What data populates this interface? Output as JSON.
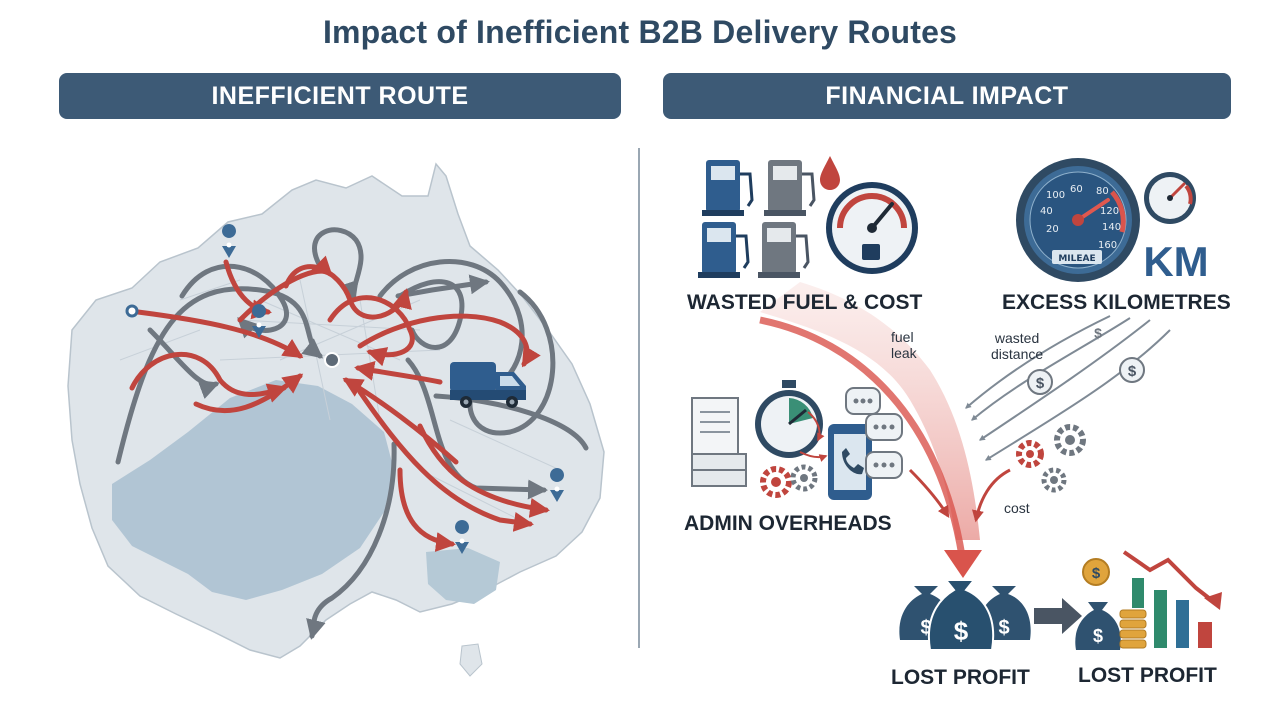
{
  "title": "Impact of Inefficient B2B Delivery Routes",
  "left_panel": {
    "header": "INEFFICIENT ROUTE"
  },
  "right_panel": {
    "header": "FINANCIAL IMPACT",
    "wasted_fuel_label": "WASTED FUEL & COST",
    "excess_km_label": "EXCESS KILOMETRES",
    "km_text": "KM",
    "mileage_text": "MILEAE",
    "speedo_ticks": [
      "20",
      "40",
      "60",
      "80",
      "100",
      "120",
      "140",
      "160"
    ],
    "fuel_leak_line1": "fuel",
    "fuel_leak_line2": "leak",
    "wasted_distance_line1": "wasted",
    "wasted_distance_line2": "distance",
    "admin_label": "ADMIN OVERHEADS",
    "cost_label": "cost",
    "lost_profit_left": "LOST PROFIT",
    "lost_profit_right": "LOST PROFIT",
    "dollar_symbol": "$"
  },
  "colors": {
    "heading": "#2f4a63",
    "banner": "#3d5a76",
    "route_red": "#c0453e",
    "route_gray": "#6f7780",
    "map_land": "#dfe5ea",
    "map_water": "#a9c0d0",
    "money_bag": "#2f5270",
    "chart_green": "#2f8a6c",
    "chart_blue": "#2f6f96",
    "chart_red": "#c0453e"
  }
}
